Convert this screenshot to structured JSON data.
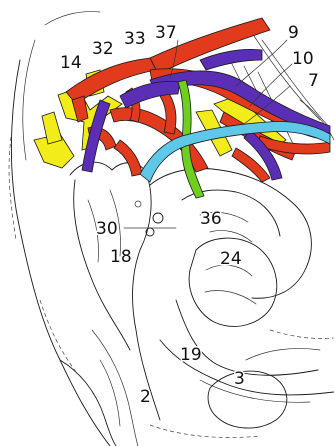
{
  "labels": {
    "l14": "14",
    "l32": "32",
    "l33": "33",
    "l37": "37",
    "l9": "9",
    "l10": "10",
    "l7": "7",
    "l30": "30",
    "l18": "18",
    "l36": "36",
    "l24": "24",
    "l19": "19",
    "l2": "2",
    "l3": "3"
  },
  "colors": {
    "artery": "#e23a1d",
    "vein": "#5b2fb5",
    "nerve_yellow": "#f2ec1a",
    "nerve_green": "#6fcf1f",
    "duct_cyan": "#5ec8e8",
    "outline": "#1a1a1a"
  }
}
